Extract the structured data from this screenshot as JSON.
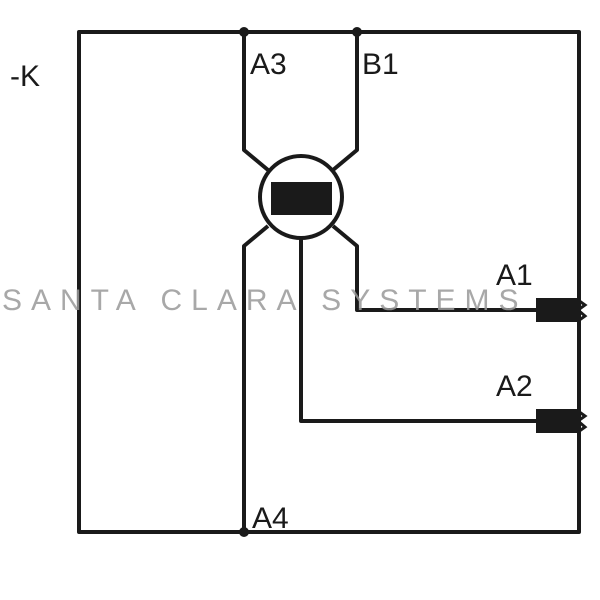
{
  "diagram": {
    "device_label": "-K",
    "terminals": {
      "a3": "A3",
      "b1": "B1",
      "a1": "A1",
      "a2": "A2",
      "a4": "A4"
    },
    "watermark": "SANTA CLARA SYSTEMS",
    "colors": {
      "line": "#1a1a1a",
      "watermark": "#9a9a9a",
      "background": "#ffffff"
    }
  }
}
